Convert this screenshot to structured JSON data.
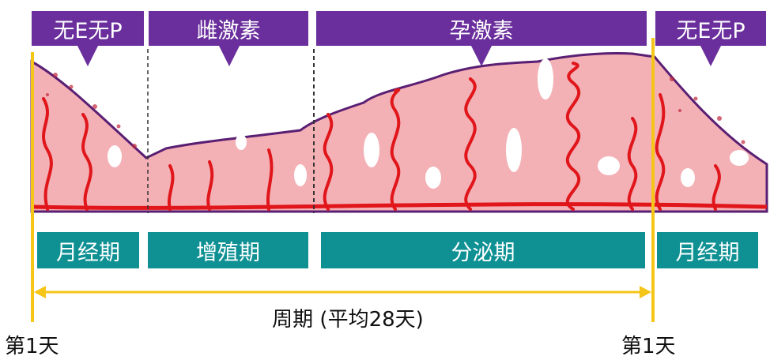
{
  "hormone_bands": [
    {
      "label": "无E无P"
    },
    {
      "label": "雌激素"
    },
    {
      "label": "孕激素"
    },
    {
      "label": "无E无P"
    }
  ],
  "phase_bands": [
    {
      "label": "月经期"
    },
    {
      "label": "增殖期"
    },
    {
      "label": "分泌期"
    },
    {
      "label": "月经期"
    }
  ],
  "cycle": {
    "label": "周期 (平均28天)"
  },
  "day_markers": [
    {
      "label": "第1天"
    },
    {
      "label": "第1天"
    }
  ],
  "colors": {
    "hormone_band": "#6a2f9c",
    "phase_band": "#0f9194",
    "day_line": "#f5c518",
    "tissue_fill": "#f3b1b6",
    "vessel": "#e0161b",
    "epithelium": "#5a1f73"
  }
}
